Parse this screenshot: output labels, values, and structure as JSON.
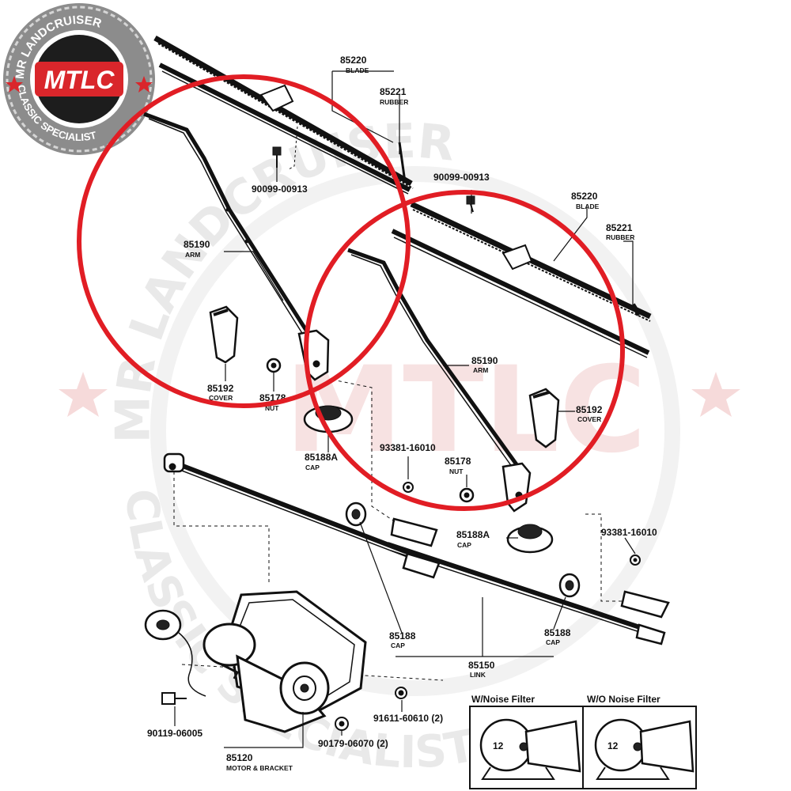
{
  "logo": {
    "brand_text": "MTLC",
    "ring_top": "MR LANDCRUISER",
    "ring_bottom": "CLASSIC SPECIALIST",
    "badge_color": "#d9262b",
    "ring_color": "#8c8c8c"
  },
  "watermark": {
    "top_arc": "MR LANDCRUISER",
    "bottom_arc": "CLASSIC SPECIALIST",
    "center": "MTLC"
  },
  "highlight_color": "#e11d24",
  "parts": {
    "blade_1": {
      "number": "85220",
      "desc": "BLADE"
    },
    "rubber_1": {
      "number": "85221",
      "desc": "RUBBER"
    },
    "screw_1": {
      "number": "90099-00913"
    },
    "arm_1": {
      "number": "85190",
      "desc": "ARM"
    },
    "cover_1": {
      "number": "85192",
      "desc": "COVER"
    },
    "nut_1": {
      "number": "85178",
      "desc": "NUT"
    },
    "cap_1": {
      "number": "85188A",
      "desc": "CAP"
    },
    "screw_2": {
      "number": "90099-00913"
    },
    "blade_2": {
      "number": "85220",
      "desc": "BLADE"
    },
    "rubber_2": {
      "number": "85221",
      "desc": "RUBBER"
    },
    "arm_2": {
      "number": "85190",
      "desc": "ARM"
    },
    "cover_2": {
      "number": "85192",
      "desc": "COVER"
    },
    "washer_1": {
      "number": "93381-16010"
    },
    "nut_2": {
      "number": "85178",
      "desc": "NUT"
    },
    "cap_2": {
      "number": "85188A",
      "desc": "CAP"
    },
    "washer_2": {
      "number": "93381-16010"
    },
    "bushing_1": {
      "number": "85188",
      "desc": "CAP"
    },
    "bushing_2": {
      "number": "85188",
      "desc": "CAP"
    },
    "link": {
      "number": "85150",
      "desc": "LINK"
    },
    "nut_3": {
      "number": "91611-60610 (2)"
    },
    "bolt_1": {
      "number": "90119-06005"
    },
    "nut_4": {
      "number": "90179-06070 (2)"
    },
    "motor": {
      "number": "85120",
      "desc": "MOTOR & BRACKET"
    }
  },
  "inset": {
    "with_filter": "W/Noise Filter",
    "without_filter": "W/O  Noise  Filter",
    "mark_left": "12",
    "mark_right": "12"
  }
}
